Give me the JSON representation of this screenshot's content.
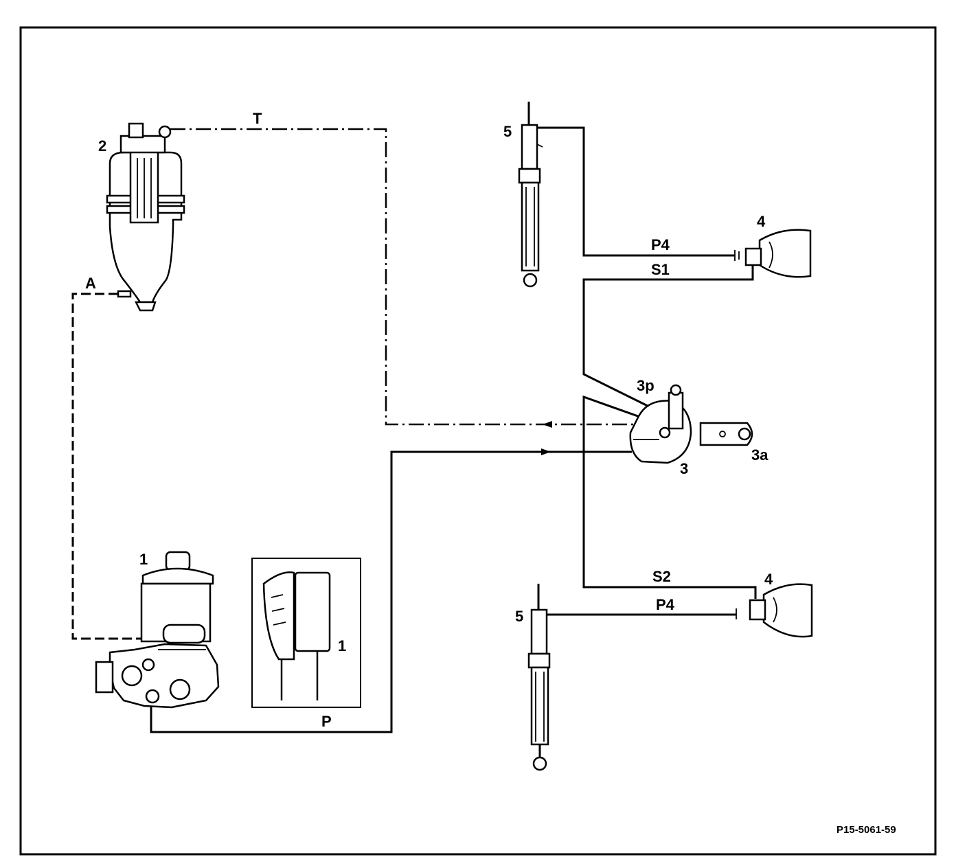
{
  "labels": {
    "reservoir": "2",
    "pump": "1",
    "pump_detail": "1",
    "valve": "3",
    "valve_piston": "3p",
    "valve_arm": "3a",
    "strut_top": "5",
    "strut_bottom": "5",
    "accumulator_top": "4",
    "accumulator_bottom": "4"
  },
  "lines": {
    "return": "T",
    "suction": "A",
    "pressure": "P",
    "p4_top": "P4",
    "s1": "S1",
    "s2": "S2",
    "p4_bottom": "P4"
  },
  "reference": "P15-5061-59"
}
